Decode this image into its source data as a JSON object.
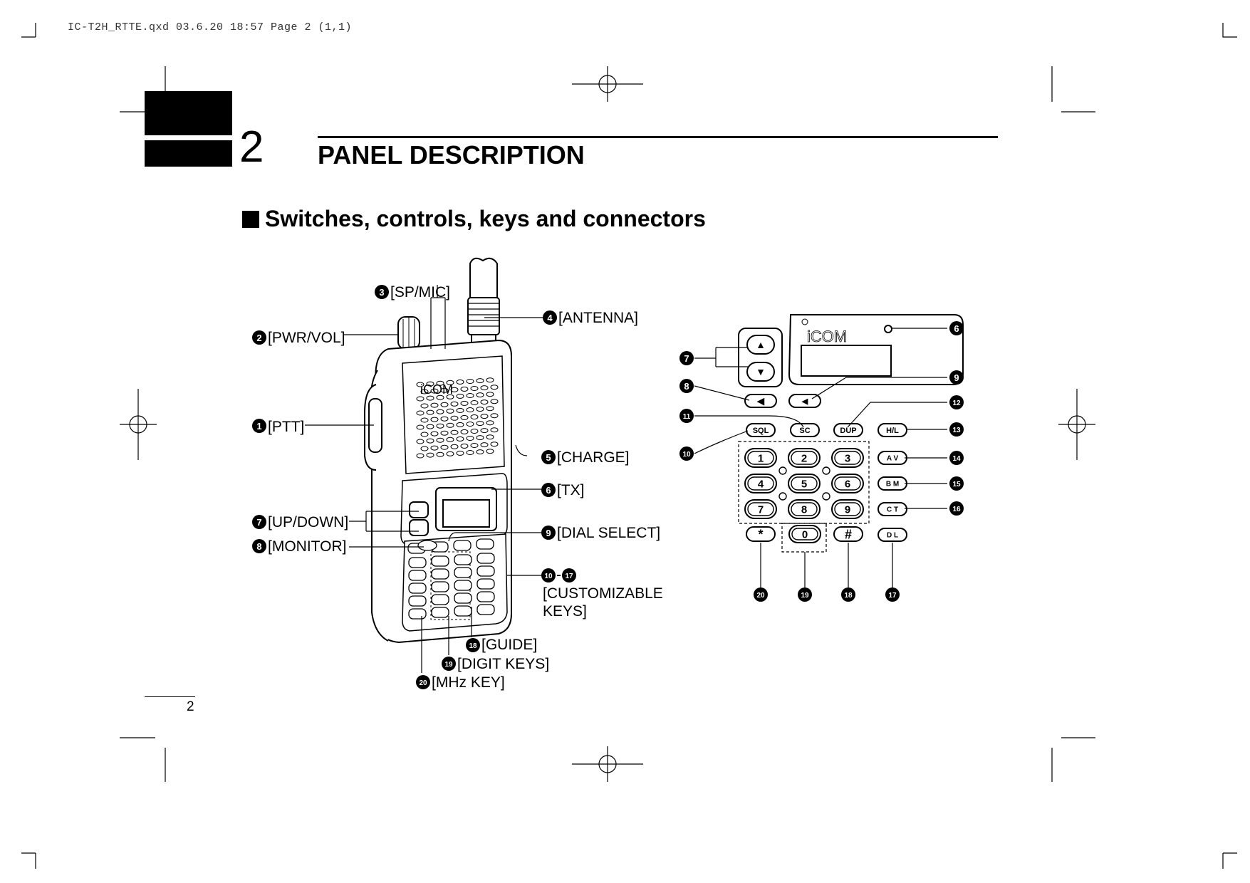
{
  "slug": "IC-T2H_RTTE.qxd   03.6.20 18:57   Page 2 (1,1)",
  "chapter": {
    "number": "2",
    "title": "PANEL DESCRIPTION"
  },
  "section": {
    "title": "Switches, controls, keys and connectors"
  },
  "page_number": "2",
  "radio_logo": "iCOM",
  "callouts_left": {
    "c1": "[PTT]",
    "c2": "[PWR/VOL]",
    "c3": "[SP/MIC]",
    "c4": "[ANTENNA]",
    "c5": "[CHARGE]",
    "c6": "[TX]",
    "c7": "[UP/DOWN]",
    "c8": "[MONITOR]",
    "c9": "[DIAL SELECT]",
    "c10_17_line1": "[CUSTOMIZABLE",
    "c10_17_line2": "KEYS]",
    "c18": "[GUIDE]",
    "c19": "[DIGIT KEYS]",
    "c20": "[MHz KEY]"
  },
  "circled_numbers": [
    "1",
    "2",
    "3",
    "4",
    "5",
    "6",
    "7",
    "8",
    "9",
    "10",
    "11",
    "12",
    "13",
    "14",
    "15",
    "16",
    "17",
    "18",
    "19",
    "20"
  ],
  "keypad": {
    "function_keys": [
      "SQL",
      "SC",
      "DUP",
      "H/L"
    ],
    "digit_keys": [
      "1",
      "2",
      "3",
      "4",
      "5",
      "6",
      "7",
      "8",
      "9",
      "0"
    ],
    "side_keys": [
      "A V",
      "B M",
      "C T",
      "D L"
    ],
    "star_key": "*",
    "hash_key": "#",
    "up_arrow": "▲",
    "down_arrow": "▼",
    "monitor_arrow": "◀",
    "dial_arrow": "◀"
  }
}
